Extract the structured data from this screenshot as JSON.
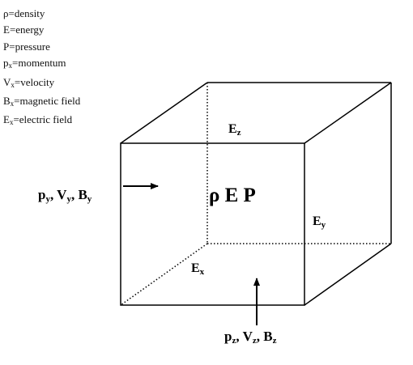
{
  "legend": [
    {
      "sym": "ρ",
      "sub": "",
      "desc": "=density"
    },
    {
      "sym": "E",
      "sub": "",
      "desc": "=energy"
    },
    {
      "sym": "P",
      "sub": "",
      "desc": "=pressure"
    },
    {
      "sym": "p",
      "sub": "x",
      "desc": "=momentum"
    },
    {
      "sym": "V",
      "sub": "x",
      "desc": "=velocity"
    },
    {
      "sym": "B",
      "sub": "x",
      "desc": "=magnetic field"
    },
    {
      "sym": "E",
      "sub": "x",
      "desc": "=electric field"
    }
  ],
  "cube": {
    "center_label": "ρ E P",
    "ez": {
      "sym": "E",
      "sub": "z"
    },
    "ey": {
      "sym": "E",
      "sub": "y"
    },
    "ex": {
      "sym": "E",
      "sub": "x"
    }
  },
  "flux_y": {
    "p": "p",
    "ps": "y",
    "sep1": ", ",
    "v": "V",
    "vs": "y",
    "sep2": ", ",
    "b": "B",
    "bs": "y"
  },
  "flux_z": {
    "p": "p",
    "ps": "z",
    "sep1": ", ",
    "v": "V",
    "vs": "z",
    "sep2": ", ",
    "b": "B",
    "bs": "z"
  }
}
